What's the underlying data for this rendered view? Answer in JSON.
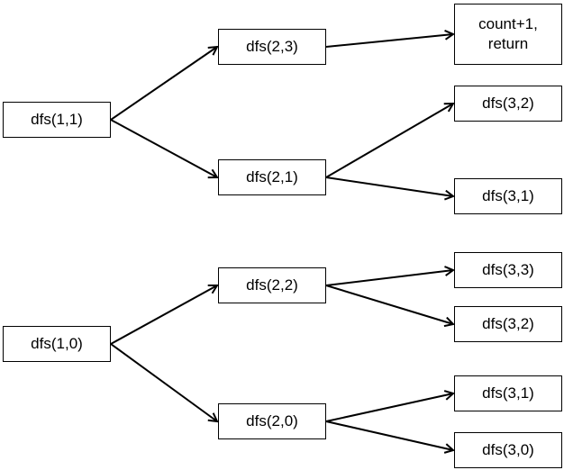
{
  "nodes": {
    "root_11": "dfs(1,1)",
    "n23": "dfs(2,3)",
    "n21": "dfs(2,1)",
    "count": "count+1,\nreturn",
    "n32a": "dfs(3,2)",
    "n31a": "dfs(3,1)",
    "root_10": "dfs(1,0)",
    "n22": "dfs(2,2)",
    "n20": "dfs(2,0)",
    "n33": "dfs(3,3)",
    "n32b": "dfs(3,2)",
    "n31b": "dfs(3,1)",
    "n30": "dfs(3,0)"
  },
  "edges": [
    [
      "root_11",
      "n23"
    ],
    [
      "root_11",
      "n21"
    ],
    [
      "n23",
      "count"
    ],
    [
      "n21",
      "n32a"
    ],
    [
      "n21",
      "n31a"
    ],
    [
      "root_10",
      "n22"
    ],
    [
      "root_10",
      "n20"
    ],
    [
      "n22",
      "n33"
    ],
    [
      "n22",
      "n32b"
    ],
    [
      "n20",
      "n31b"
    ],
    [
      "n20",
      "n30"
    ]
  ],
  "colors": {
    "stroke": "#000000",
    "background": "#ffffff"
  }
}
